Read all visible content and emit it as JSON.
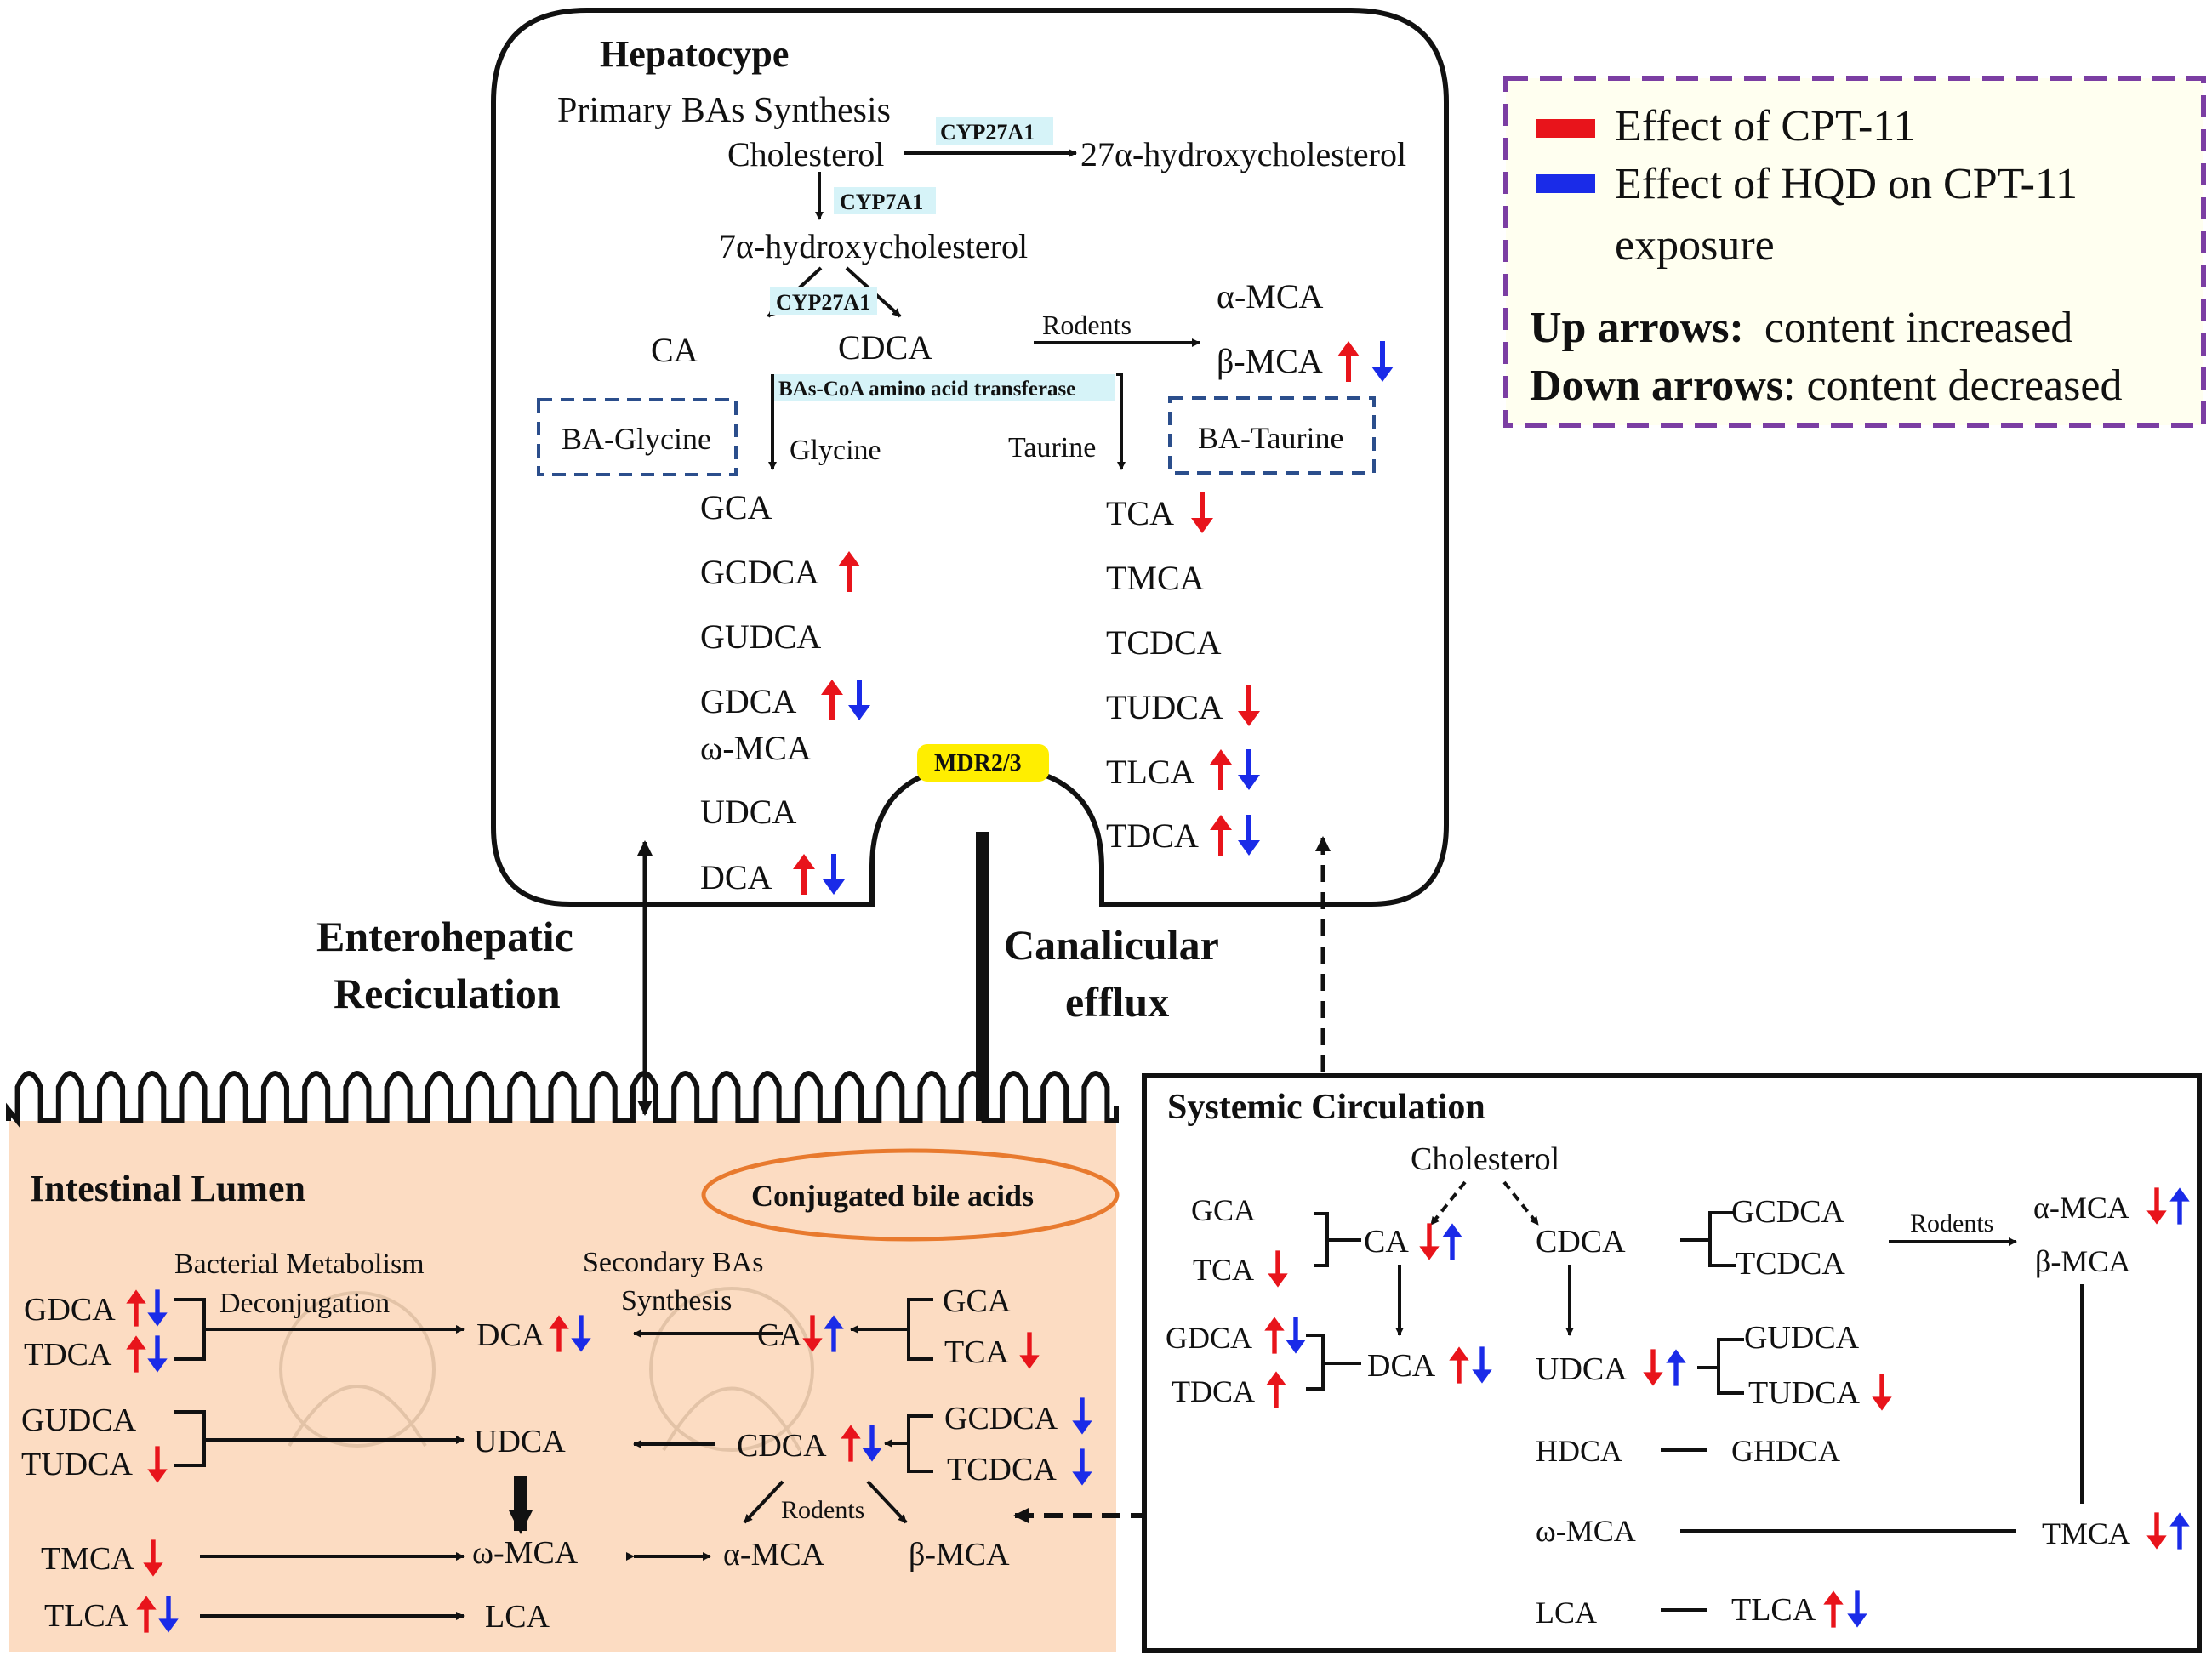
{
  "colors": {
    "cpt11": "#e8141b",
    "hqd": "#1a2be8",
    "lumen_bg": "#fcdcc2",
    "legend_border": "#7b3ea3",
    "mdr": "#ffee00",
    "conj_border": "#e87a2e"
  },
  "legend": {
    "item_cpt": "Effect of CPT-11",
    "item_hqd_1": "Effect of HQD on CPT-11",
    "item_hqd_2": "exposure",
    "up_bold": "Up arrows:",
    "up_rest": "content increased",
    "down_bold": "Down arrows",
    "down_rest": ": content decreased"
  },
  "hepatocyte": {
    "title": "Hepatocype",
    "synthesis": "Primary BAs Synthesis",
    "cholesterol": "Cholesterol",
    "enz_cyp27a1": "CYP27A1",
    "hydroxy27": "27α-hydroxycholesterol",
    "enz_cyp7a1": "CYP7A1",
    "hydroxy7": "7α-hydroxycholesterol",
    "enz_cyp27a1_b": "CYP27A1",
    "ca": "CA",
    "cdca": "CDCA",
    "rodents": "Rodents",
    "a_mca": "α-MCA",
    "b_mca": "β-MCA",
    "transferase": "BAs-CoA amino acid transferase",
    "ba_glycine": "BA-Glycine",
    "ba_taurine": "BA-Taurine",
    "glycine": "Glycine",
    "taurine": "Taurine",
    "mdr": "MDR2/3",
    "glycine_list": [
      "GCA",
      "GCDCA",
      "GUDCA",
      "GDCA",
      "ω-MCA",
      "UDCA",
      "DCA"
    ],
    "taurine_list": [
      "TCA",
      "TMCA",
      "TCDCA",
      "TUDCA",
      "TLCA",
      "TDCA"
    ]
  },
  "flows": {
    "entero_1": "Enterohepatic",
    "entero_2": "Reciculation",
    "canal_1": "Canalicular",
    "canal_2": "efflux"
  },
  "lumen": {
    "title": "Intestinal Lumen",
    "conjugated": "Conjugated bile acids",
    "bacterial_1": "Bacterial Metabolism",
    "bacterial_2": "Deconjugation",
    "secondary_1": "Secondary BAs",
    "secondary_2": "Synthesis",
    "gdca": "GDCA",
    "tdca": "TDCA",
    "gudca": "GUDCA",
    "tudca": "TUDCA",
    "tmca": "TMCA",
    "tlca": "TLCA",
    "dca": "DCA",
    "udca": "UDCA",
    "omca": "ω-MCA",
    "lca": "LCA",
    "ca": "CA",
    "cdca": "CDCA",
    "amca": "α-MCA",
    "bmca": "β-MCA",
    "gca": "GCA",
    "tca": "TCA",
    "gcdca": "GCDCA",
    "tcdca": "TCDCA",
    "rodents": "Rodents"
  },
  "systemic": {
    "title": "Systemic Circulation",
    "cholesterol": "Cholesterol",
    "gca": "GCA",
    "tca": "TCA",
    "ca": "CA",
    "gdca": "GDCA",
    "tdca": "TDCA",
    "dca": "DCA",
    "cdca": "CDCA",
    "udca": "UDCA",
    "gcdca": "GCDCA",
    "tcdca": "TCDCA",
    "gudca": "GUDCA",
    "tudca": "TUDCA",
    "rodents": "Rodents",
    "amca": "α-MCA",
    "bmca": "β-MCA",
    "hdca": "HDCA",
    "ghdca": "GHDCA",
    "omca": "ω-MCA",
    "tmca": "TMCA",
    "lca": "LCA",
    "tlca": "TLCA"
  }
}
